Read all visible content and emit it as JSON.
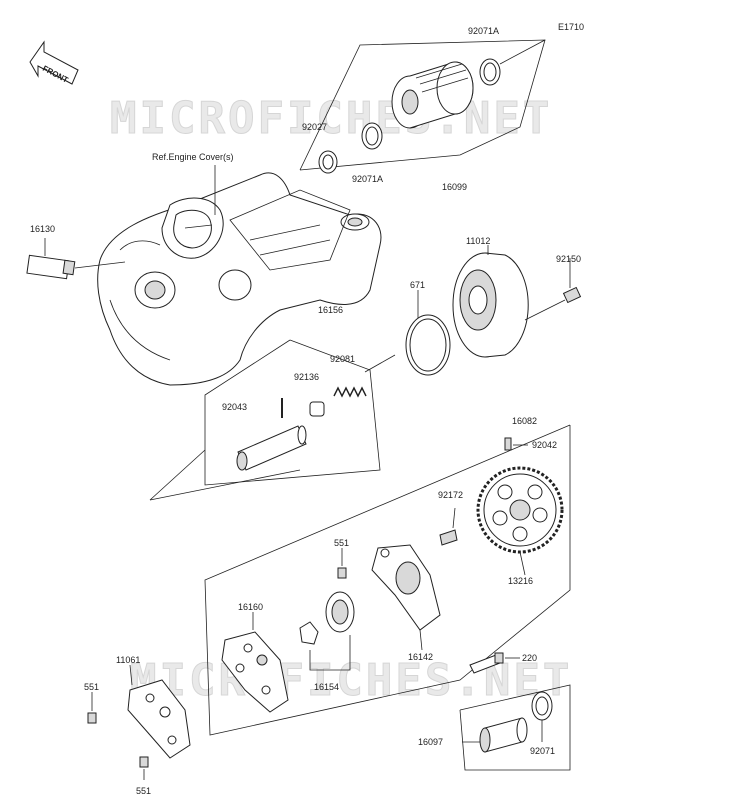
{
  "diagram": {
    "code": "E1710",
    "front_arrow_text": "FRONT",
    "ref_note": "Ref.Engine Cover(s)",
    "watermark": "MICROFICHES.NET",
    "labels": {
      "p92071A_top": "92071A",
      "p92027": "92027",
      "p92071A_bottom": "92071A",
      "p16099": "16099",
      "p16130": "16130",
      "p11012": "11012",
      "p92150": "92150",
      "p671": "671",
      "p16156": "16156",
      "p92081": "92081",
      "p92136": "92136",
      "p92043": "92043",
      "p16082": "16082",
      "p92042": "92042",
      "p92172": "92172",
      "p551_mid": "551",
      "p13216": "13216",
      "p16160": "16160",
      "p11061": "11061",
      "p551_left": "551",
      "p16154": "16154",
      "p16142": "16142",
      "p220": "220",
      "p16097": "16097",
      "p92071": "92071",
      "p551_bottom": "551"
    }
  }
}
